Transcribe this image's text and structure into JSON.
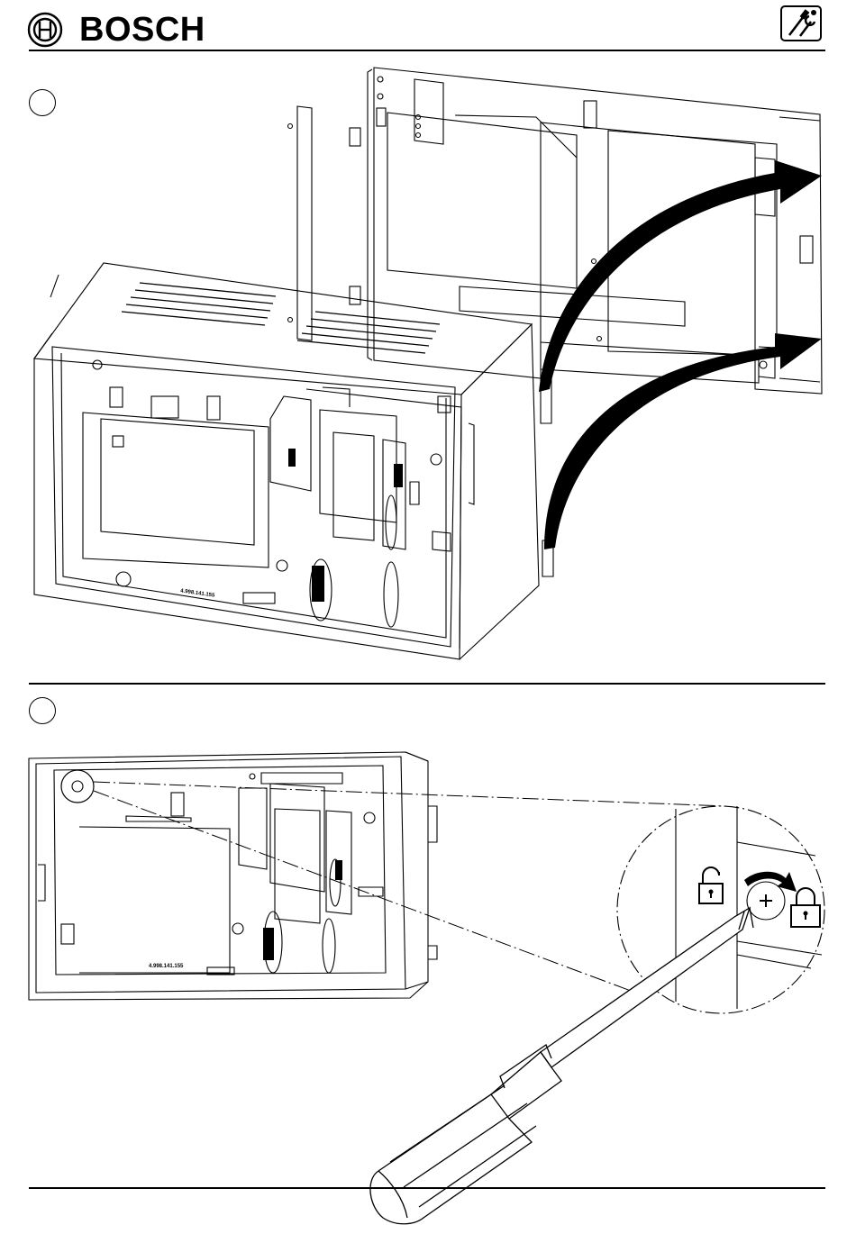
{
  "header": {
    "brand_name": "BOSCH"
  },
  "steps": [
    {
      "number": ""
    },
    {
      "number": ""
    }
  ],
  "part_labels": {
    "unit_label_top": "4.998.141.155",
    "unit_label_bottom": "4.998.141.155"
  },
  "icons": {
    "header_tool": "screwdriver-wrench-icon",
    "unlock": "unlocked-padlock-icon",
    "lock": "locked-padlock-icon",
    "turn": "clockwise-arrow-icon"
  }
}
